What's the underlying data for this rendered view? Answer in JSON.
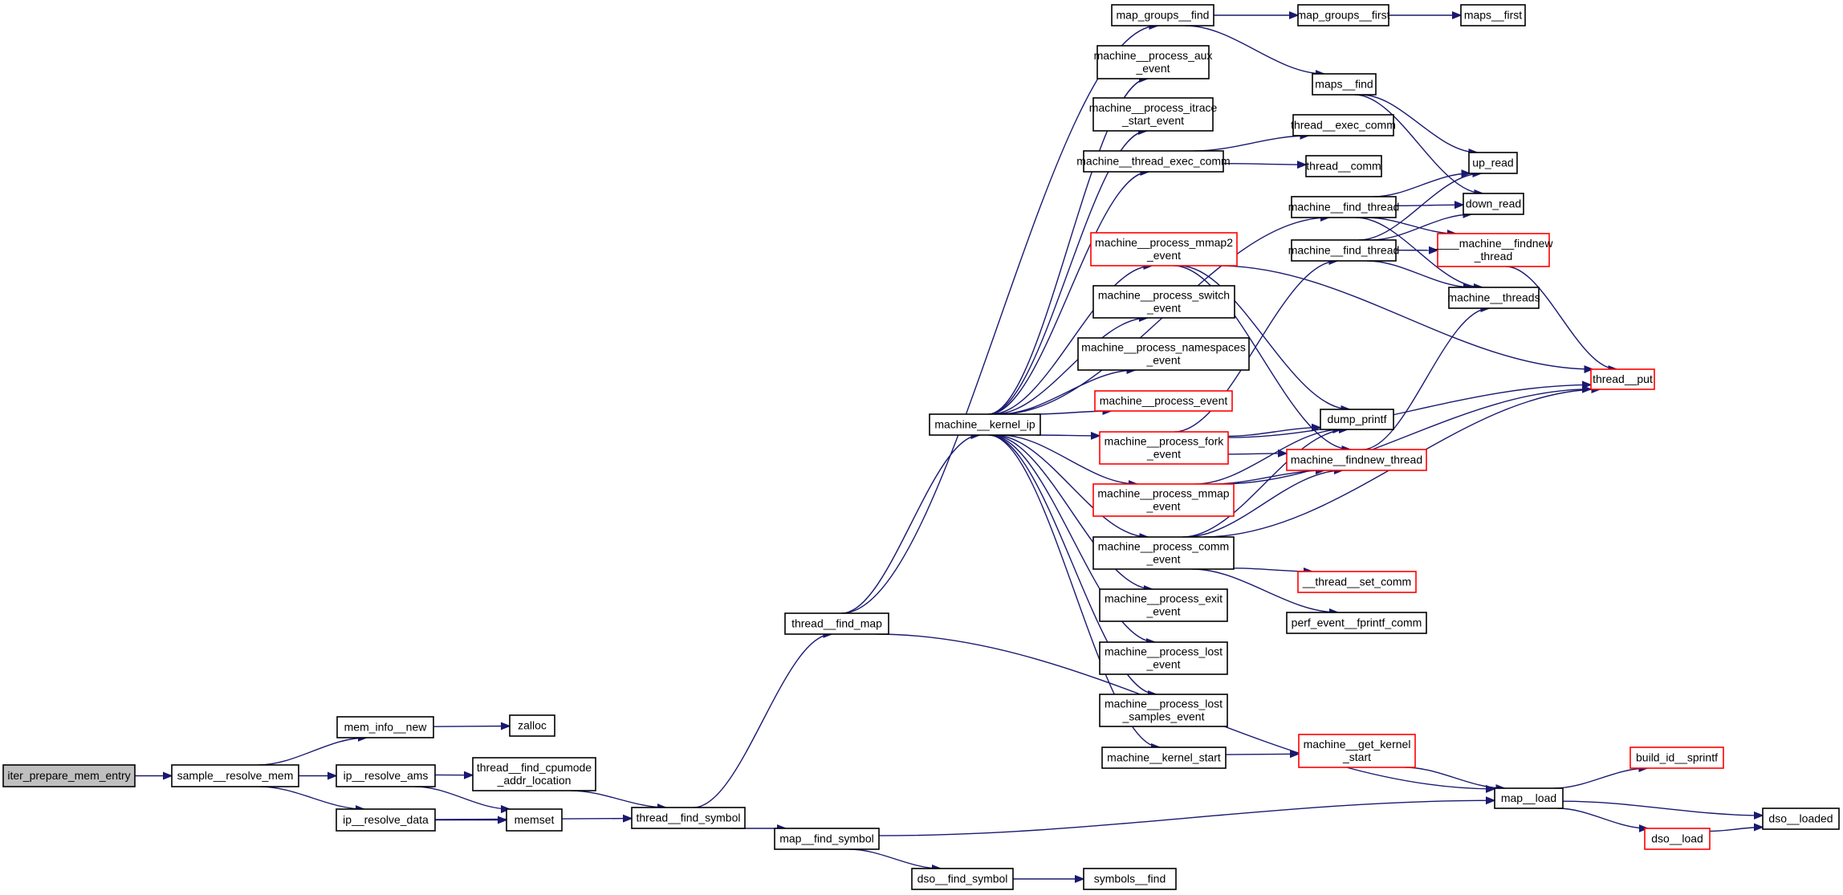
{
  "diagram": {
    "type": "call-graph",
    "colors": {
      "edge": "#191970",
      "node_border": "#000000",
      "root_fill": "#bfbfbf",
      "truncated_border": "#ff0000",
      "background": "#ffffff"
    },
    "nodes": [
      {
        "id": "iter_prepare_mem_entry",
        "lines": [
          "iter_prepare_mem_entry"
        ],
        "kind": "root"
      },
      {
        "id": "sample__resolve_mem",
        "lines": [
          "sample__resolve_mem"
        ],
        "kind": "normal"
      },
      {
        "id": "mem_info__new",
        "lines": [
          "mem_info__new"
        ],
        "kind": "normal"
      },
      {
        "id": "zalloc",
        "lines": [
          "zalloc"
        ],
        "kind": "normal"
      },
      {
        "id": "ip__resolve_ams",
        "lines": [
          "ip__resolve_ams"
        ],
        "kind": "normal"
      },
      {
        "id": "thread__find_cpumode_addr_location",
        "lines": [
          "thread__find_cpumode",
          "_addr_location"
        ],
        "kind": "normal"
      },
      {
        "id": "ip__resolve_data",
        "lines": [
          "ip__resolve_data"
        ],
        "kind": "normal"
      },
      {
        "id": "memset",
        "lines": [
          "memset"
        ],
        "kind": "normal"
      },
      {
        "id": "thread__find_symbol",
        "lines": [
          "thread__find_symbol"
        ],
        "kind": "normal"
      },
      {
        "id": "thread__find_map",
        "lines": [
          "thread__find_map"
        ],
        "kind": "normal"
      },
      {
        "id": "map__find_symbol",
        "lines": [
          "map__find_symbol"
        ],
        "kind": "normal"
      },
      {
        "id": "dso__find_symbol",
        "lines": [
          "dso__find_symbol"
        ],
        "kind": "normal"
      },
      {
        "id": "symbols__find",
        "lines": [
          "symbols__find"
        ],
        "kind": "normal"
      },
      {
        "id": "machine__kernel_ip",
        "lines": [
          "machine__kernel_ip"
        ],
        "kind": "normal"
      },
      {
        "id": "map_groups__find",
        "lines": [
          "map_groups__find"
        ],
        "kind": "normal"
      },
      {
        "id": "map_groups__first",
        "lines": [
          "map_groups__first"
        ],
        "kind": "normal"
      },
      {
        "id": "maps__first",
        "lines": [
          "maps__first"
        ],
        "kind": "normal"
      },
      {
        "id": "maps__find",
        "lines": [
          "maps__find"
        ],
        "kind": "normal"
      },
      {
        "id": "machine__process_aux_event",
        "lines": [
          "machine__process_aux",
          "_event"
        ],
        "kind": "normal"
      },
      {
        "id": "machine__process_itrace_start_event",
        "lines": [
          "machine__process_itrace",
          "_start_event"
        ],
        "kind": "normal"
      },
      {
        "id": "machine__thread_exec_comm",
        "lines": [
          "machine__thread_exec_comm"
        ],
        "kind": "normal"
      },
      {
        "id": "thread__exec_comm",
        "lines": [
          "thread__exec_comm"
        ],
        "kind": "normal"
      },
      {
        "id": "thread__comm",
        "lines": [
          "thread__comm"
        ],
        "kind": "normal"
      },
      {
        "id": "up_read",
        "lines": [
          "up_read"
        ],
        "kind": "normal"
      },
      {
        "id": "down_read",
        "lines": [
          "down_read"
        ],
        "kind": "normal"
      },
      {
        "id": "machine__find_thread_1",
        "lines": [
          "machine__find_thread"
        ],
        "kind": "normal"
      },
      {
        "id": "machine__find_thread_2",
        "lines": [
          "machine__find_thread"
        ],
        "kind": "normal"
      },
      {
        "id": "____machine__findnew_thread",
        "lines": [
          "____machine__findnew",
          "_thread"
        ],
        "kind": "truncated"
      },
      {
        "id": "machine__threads",
        "lines": [
          "machine__threads"
        ],
        "kind": "normal"
      },
      {
        "id": "machine__process_mmap2_event",
        "lines": [
          "machine__process_mmap2",
          "_event"
        ],
        "kind": "truncated"
      },
      {
        "id": "machine__process_switch_event",
        "lines": [
          "machine__process_switch",
          "_event"
        ],
        "kind": "normal"
      },
      {
        "id": "machine__process_namespaces_event",
        "lines": [
          "machine__process_namespaces",
          "_event"
        ],
        "kind": "normal"
      },
      {
        "id": "machine__process_event",
        "lines": [
          "machine__process_event"
        ],
        "kind": "truncated"
      },
      {
        "id": "machine__process_fork_event",
        "lines": [
          "machine__process_fork",
          "_event"
        ],
        "kind": "truncated"
      },
      {
        "id": "dump_printf",
        "lines": [
          "dump_printf"
        ],
        "kind": "normal"
      },
      {
        "id": "machine__findnew_thread",
        "lines": [
          "machine__findnew_thread"
        ],
        "kind": "truncated"
      },
      {
        "id": "thread__put",
        "lines": [
          "thread__put"
        ],
        "kind": "truncated"
      },
      {
        "id": "machine__process_mmap_event",
        "lines": [
          "machine__process_mmap",
          "_event"
        ],
        "kind": "truncated"
      },
      {
        "id": "machine__process_comm_event",
        "lines": [
          "machine__process_comm",
          "_event"
        ],
        "kind": "normal"
      },
      {
        "id": "__thread__set_comm",
        "lines": [
          "__thread__set_comm"
        ],
        "kind": "truncated"
      },
      {
        "id": "perf_event__fprintf_comm",
        "lines": [
          "perf_event__fprintf_comm"
        ],
        "kind": "normal"
      },
      {
        "id": "machine__process_exit_event",
        "lines": [
          "machine__process_exit",
          "_event"
        ],
        "kind": "normal"
      },
      {
        "id": "machine__process_lost_event",
        "lines": [
          "machine__process_lost",
          "_event"
        ],
        "kind": "normal"
      },
      {
        "id": "machine__process_lost_samples_event",
        "lines": [
          "machine__process_lost",
          "_samples_event"
        ],
        "kind": "normal"
      },
      {
        "id": "machine__kernel_start",
        "lines": [
          "machine__kernel_start"
        ],
        "kind": "normal"
      },
      {
        "id": "machine__get_kernel_start",
        "lines": [
          "machine__get_kernel",
          "_start"
        ],
        "kind": "truncated"
      },
      {
        "id": "map__load",
        "lines": [
          "map__load"
        ],
        "kind": "normal"
      },
      {
        "id": "build_id__sprintf",
        "lines": [
          "build_id__sprintf"
        ],
        "kind": "truncated"
      },
      {
        "id": "dso__loaded",
        "lines": [
          "dso__loaded"
        ],
        "kind": "normal"
      },
      {
        "id": "dso__load",
        "lines": [
          "dso__load"
        ],
        "kind": "truncated"
      }
    ],
    "edges": [
      [
        "iter_prepare_mem_entry",
        "sample__resolve_mem"
      ],
      [
        "sample__resolve_mem",
        "mem_info__new"
      ],
      [
        "sample__resolve_mem",
        "ip__resolve_ams"
      ],
      [
        "sample__resolve_mem",
        "ip__resolve_data"
      ],
      [
        "mem_info__new",
        "zalloc"
      ],
      [
        "ip__resolve_ams",
        "thread__find_cpumode_addr_location"
      ],
      [
        "ip__resolve_ams",
        "memset"
      ],
      [
        "ip__resolve_data",
        "memset"
      ],
      [
        "ip__resolve_data",
        "thread__find_symbol"
      ],
      [
        "thread__find_cpumode_addr_location",
        "thread__find_symbol"
      ],
      [
        "thread__find_symbol",
        "thread__find_map"
      ],
      [
        "thread__find_symbol",
        "map__find_symbol"
      ],
      [
        "thread__find_map",
        "machine__kernel_ip"
      ],
      [
        "thread__find_map",
        "map_groups__find"
      ],
      [
        "thread__find_map",
        "map__load"
      ],
      [
        "map__find_symbol",
        "map__load"
      ],
      [
        "map__find_symbol",
        "dso__find_symbol"
      ],
      [
        "dso__find_symbol",
        "symbols__find"
      ],
      [
        "map_groups__find",
        "map_groups__first"
      ],
      [
        "map_groups__find",
        "maps__find"
      ],
      [
        "map_groups__first",
        "maps__first"
      ],
      [
        "maps__find",
        "up_read"
      ],
      [
        "maps__find",
        "down_read"
      ],
      [
        "machine__kernel_ip",
        "machine__process_aux_event"
      ],
      [
        "machine__kernel_ip",
        "machine__process_itrace_start_event"
      ],
      [
        "machine__kernel_ip",
        "machine__thread_exec_comm"
      ],
      [
        "machine__kernel_ip",
        "machine__find_thread_1"
      ],
      [
        "machine__kernel_ip",
        "machine__process_mmap2_event"
      ],
      [
        "machine__kernel_ip",
        "machine__process_switch_event"
      ],
      [
        "machine__kernel_ip",
        "machine__process_namespaces_event"
      ],
      [
        "machine__kernel_ip",
        "machine__process_event"
      ],
      [
        "machine__kernel_ip",
        "machine__process_fork_event"
      ],
      [
        "machine__kernel_ip",
        "machine__process_mmap_event"
      ],
      [
        "machine__kernel_ip",
        "machine__process_comm_event"
      ],
      [
        "machine__kernel_ip",
        "machine__process_exit_event"
      ],
      [
        "machine__kernel_ip",
        "machine__process_lost_event"
      ],
      [
        "machine__kernel_ip",
        "machine__process_lost_samples_event"
      ],
      [
        "machine__kernel_ip",
        "machine__kernel_start"
      ],
      [
        "machine__thread_exec_comm",
        "thread__exec_comm"
      ],
      [
        "machine__thread_exec_comm",
        "thread__comm"
      ],
      [
        "machine__find_thread_1",
        "up_read"
      ],
      [
        "machine__find_thread_1",
        "down_read"
      ],
      [
        "machine__find_thread_1",
        "____machine__findnew_thread"
      ],
      [
        "machine__find_thread_1",
        "machine__threads"
      ],
      [
        "machine__find_thread_2",
        "up_read"
      ],
      [
        "machine__find_thread_2",
        "down_read"
      ],
      [
        "machine__find_thread_2",
        "____machine__findnew_thread"
      ],
      [
        "machine__find_thread_2",
        "machine__threads"
      ],
      [
        "____machine__findnew_thread",
        "thread__put"
      ],
      [
        "machine__process_mmap2_event",
        "dump_printf"
      ],
      [
        "machine__process_mmap2_event",
        "machine__findnew_thread"
      ],
      [
        "machine__process_mmap2_event",
        "thread__put"
      ],
      [
        "machine__process_fork_event",
        "machine__find_thread_2"
      ],
      [
        "machine__process_fork_event",
        "dump_printf"
      ],
      [
        "machine__process_fork_event",
        "machine__findnew_thread"
      ],
      [
        "machine__process_fork_event",
        "thread__put"
      ],
      [
        "machine__process_mmap_event",
        "dump_printf"
      ],
      [
        "machine__process_mmap_event",
        "machine__findnew_thread"
      ],
      [
        "machine__process_mmap_event",
        "thread__put"
      ],
      [
        "machine__process_comm_event",
        "dump_printf"
      ],
      [
        "machine__process_comm_event",
        "machine__findnew_thread"
      ],
      [
        "machine__process_comm_event",
        "thread__put"
      ],
      [
        "machine__process_comm_event",
        "__thread__set_comm"
      ],
      [
        "machine__process_comm_event",
        "perf_event__fprintf_comm"
      ],
      [
        "machine__findnew_thread",
        "machine__threads"
      ],
      [
        "machine__kernel_start",
        "machine__get_kernel_start"
      ],
      [
        "machine__get_kernel_start",
        "map__load"
      ],
      [
        "map__load",
        "build_id__sprintf"
      ],
      [
        "map__load",
        "dso__loaded"
      ],
      [
        "map__load",
        "dso__load"
      ],
      [
        "dso__load",
        "dso__loaded"
      ]
    ]
  }
}
